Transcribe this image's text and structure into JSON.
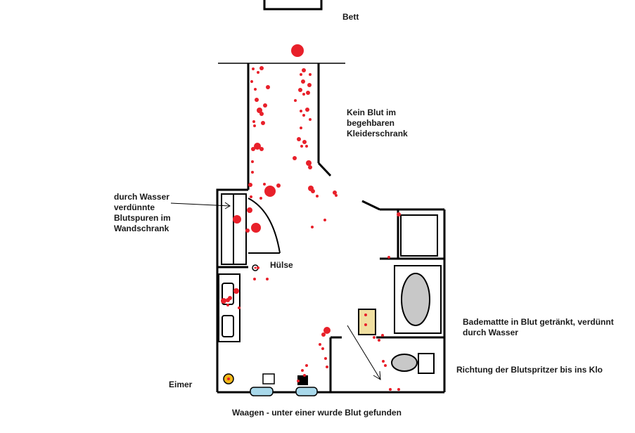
{
  "labels": {
    "bed": "Bett",
    "closet": "Kein Blut im\nbegehbaren\nKleiderschrank",
    "wardrobe": "durch Wasser\nverdünnte\nBlutspuren im\nWandschrank",
    "casing": "Hülse",
    "bathmat": "Bademattte in Blut getränkt, verdünnt\ndurch Wasser",
    "direction": "Richtung der Blutspritzer bis ins Klo",
    "bucket": "Eimer",
    "scales": "Waagen - unter einer wurde Blut gefunden"
  },
  "colors": {
    "blood": "#e8202a",
    "wall": "#000000",
    "tub_fill": "#c8c8c8",
    "mat_fill": "#f0dfa0",
    "scale_fill": "#a8d8ea",
    "bucket_fill": "#f2b818"
  }
}
